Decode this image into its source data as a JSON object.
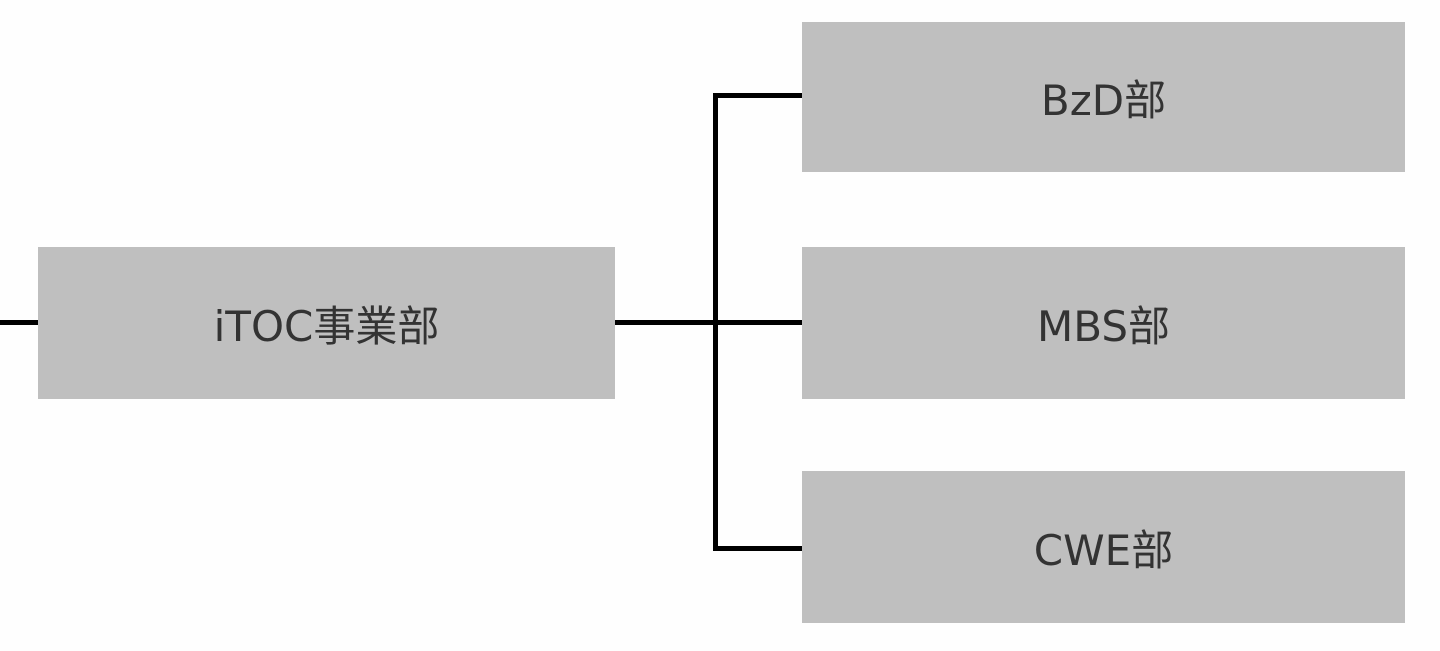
{
  "root": {
    "label": "iTOC事業部"
  },
  "children": [
    {
      "label": "BzD部"
    },
    {
      "label": "MBS部"
    },
    {
      "label": "CWE部"
    }
  ],
  "colors": {
    "box": "#bfbfbf",
    "line": "#000000",
    "text": "#333333"
  }
}
